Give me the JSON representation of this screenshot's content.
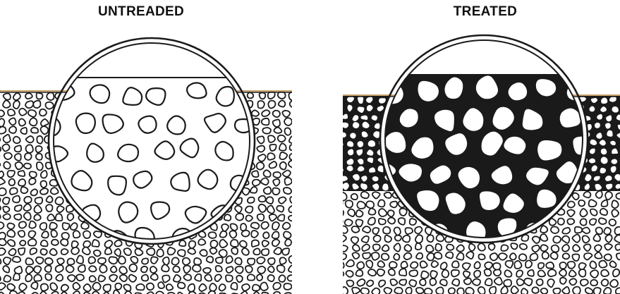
{
  "panels": [
    {
      "title": "UNTREADED",
      "variant": "untreated",
      "stone_fill": "#ffffff",
      "binder_fill": "#ffffff",
      "binder_stroke": "#1a1a1a"
    },
    {
      "title": "TREATED",
      "variant": "treated",
      "stone_fill": "#ffffff",
      "binder_fill": "#1a1a1a",
      "binder_stroke": "#1a1a1a"
    }
  ],
  "colors": {
    "ink": "#1a1a1a",
    "ground_line": "#c9a36a",
    "paper": "#ffffff"
  }
}
